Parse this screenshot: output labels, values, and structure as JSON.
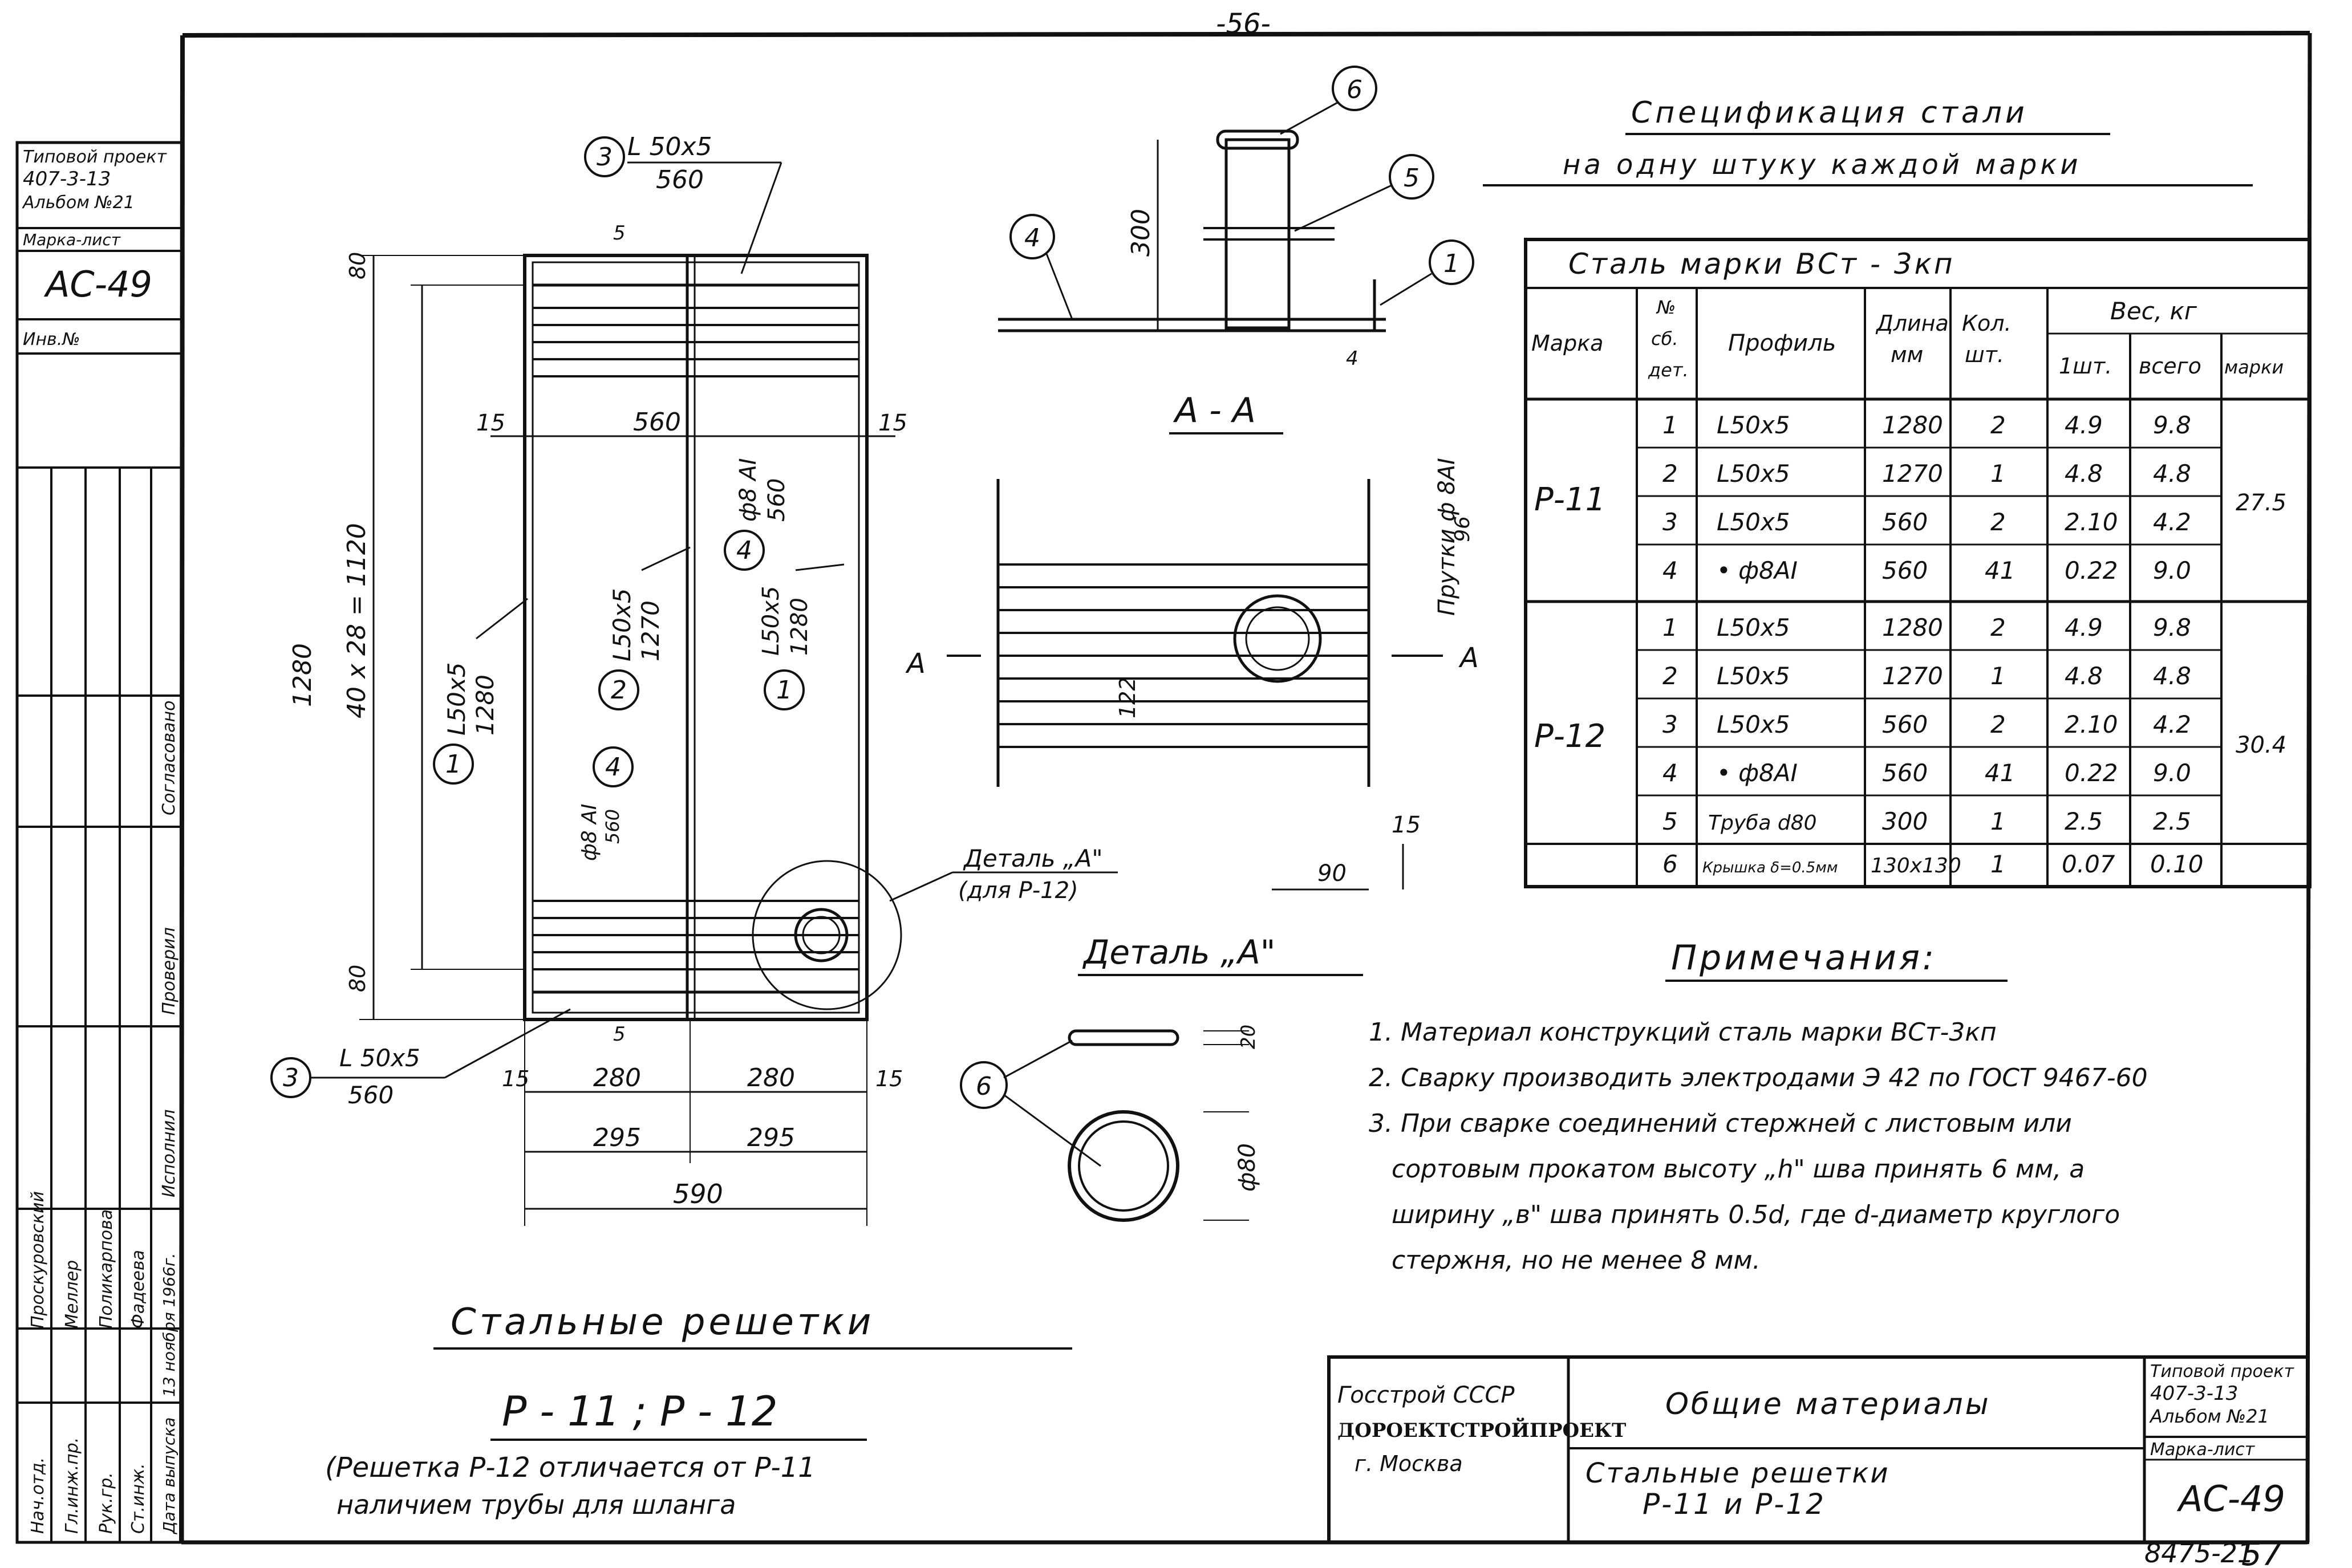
{
  "sheet": {
    "top_page_number": "-56-",
    "bottom_page_number": "57",
    "bottom_code": "8475-21"
  },
  "left_stamp": {
    "project": [
      "Типовой проект",
      "407-3-13",
      "Альбом №21"
    ],
    "sheet_label": "Марка-лист",
    "sheet_code": "АС-49",
    "inv_label": "Инв.№",
    "rows": [
      {
        "role": "Нач.отд.",
        "name": "Проскуровский"
      },
      {
        "role": "Гл.инж.пр.",
        "name": "Меллер"
      },
      {
        "role": "Рук.гр.",
        "name": "Поликарпова"
      },
      {
        "role": "Ст.инж.",
        "name": "Фадеева"
      },
      {
        "role": "Дата выпуска",
        "name": "13 ноября 1966г."
      }
    ],
    "vertical_notes": [
      "Исполнил",
      "Проверил",
      "Согласовано"
    ]
  },
  "plan": {
    "callout_3_top": {
      "num": "3",
      "profile": "L 50x5",
      "length": "560"
    },
    "callout_3_bottom": {
      "num": "3",
      "profile": "L 50x5",
      "length": "560"
    },
    "callout_1_left": {
      "num": "1",
      "profile": "L50x5",
      "length": "1280"
    },
    "callout_2": {
      "num": "2",
      "profile": "L50x5",
      "length": "1270"
    },
    "callout_4_right": {
      "num": "4",
      "profile": "ф8 АI",
      "length": "560"
    },
    "callout_1_right": {
      "num": "1",
      "profile": "L50x5",
      "length": "1280"
    },
    "callout_4_mid": {
      "num": "4",
      "profile": "ф8 АI",
      "length": "560"
    },
    "dims": {
      "height_total": "1280",
      "height_inner": "40 x 28 = 1120",
      "top_gap": "80",
      "bottom_gap": "80",
      "side_15": "15",
      "width_560": "560",
      "small_5": "5",
      "w280a": "280",
      "w280b": "280",
      "w295a": "295",
      "w295b": "295",
      "total_590": "590"
    },
    "detail_callout": [
      "Деталь „А\"",
      "(для Р-12)"
    ]
  },
  "section": {
    "title": "А - А",
    "callout_4": "4",
    "callout_5": "5",
    "callout_6": "6",
    "callout_unknown": "1",
    "dim_300": "300",
    "dim_4": "4",
    "dim_122": "122",
    "dim_15": "15",
    "dim_90": "90",
    "dim_96": "96",
    "label_rod": "Прутки ф 8АI",
    "arrow_a_left": "А",
    "arrow_a_right": "А"
  },
  "detail_a": {
    "title": "Деталь „А\"",
    "callout_6": "6",
    "dim_20": "20",
    "dim_80": "ф80"
  },
  "grate_title": {
    "title": "Стальные решетки",
    "subtitle": "Р - 11 ; Р - 12",
    "note_line1": "(Решетка Р-12 отличается от Р-11",
    "note_line2": "наличием трубы для шланга"
  },
  "spec": {
    "title_line1": "Спецификация стали",
    "title_line2": "на одну штуку каждой марки",
    "steel_header": "Сталь марки ВСт - 3кп",
    "columns": {
      "mark": "Марка",
      "part_no": [
        "№",
        "сб.",
        "дет."
      ],
      "profile": "Профиль",
      "length": [
        "Длина",
        "мм"
      ],
      "qty": [
        "Кол.",
        "шт."
      ],
      "weight": "Вес, кг",
      "weight_one": "1шт.",
      "weight_all": "всего",
      "weight_mark": "марки"
    },
    "groups": [
      {
        "mark": "Р-11",
        "total": "27.5",
        "rows": [
          {
            "no": "1",
            "profile": "L50x5",
            "length": "1280",
            "qty": "2",
            "w1": "4.9",
            "wall": "9.8"
          },
          {
            "no": "2",
            "profile": "L50x5",
            "length": "1270",
            "qty": "1",
            "w1": "4.8",
            "wall": "4.8"
          },
          {
            "no": "3",
            "profile": "L50x5",
            "length": "560",
            "qty": "2",
            "w1": "2.10",
            "wall": "4.2"
          },
          {
            "no": "4",
            "profile": "• ф8АI",
            "length": "560",
            "qty": "41",
            "w1": "0.22",
            "wall": "9.0"
          }
        ]
      },
      {
        "mark": "Р-12",
        "total": "30.4",
        "rows": [
          {
            "no": "1",
            "profile": "L50x5",
            "length": "1280",
            "qty": "2",
            "w1": "4.9",
            "wall": "9.8"
          },
          {
            "no": "2",
            "profile": "L50x5",
            "length": "1270",
            "qty": "1",
            "w1": "4.8",
            "wall": "4.8"
          },
          {
            "no": "3",
            "profile": "L50x5",
            "length": "560",
            "qty": "2",
            "w1": "2.10",
            "wall": "4.2"
          },
          {
            "no": "4",
            "profile": "• ф8АI",
            "length": "560",
            "qty": "41",
            "w1": "0.22",
            "wall": "9.0"
          },
          {
            "no": "5",
            "profile": "Труба d80",
            "length": "300",
            "qty": "1",
            "w1": "2.5",
            "wall": "2.5"
          },
          {
            "no": "6",
            "profile": "Крышка δ=0.5мм",
            "length": "130x130",
            "qty": "1",
            "w1": "0.07",
            "wall": "0.10"
          }
        ]
      }
    ]
  },
  "notes": {
    "title": "Примечания:",
    "lines": [
      "1. Материал конструкций сталь марки ВСт-3кп",
      "2. Сварку производить электродами Э 42 по ГОСТ 9467-60",
      "3. При сварке соединений стержней с листовым или",
      "сортовым прокатом высоту „h\" шва принять 6 мм, а",
      "ширину „в\" шва принять 0.5d, где d-диаметр круглого",
      "стержня, но не менее 8 мм."
    ]
  },
  "title_block": {
    "org1": "Госстрой СССР",
    "org2": "ДОРОЕКТСТРОЙПРОЕКТ",
    "org3": "г. Москва",
    "subject": "Общие материалы",
    "drawing_line1": "Стальные решетки",
    "drawing_line2": "Р-11 и Р-12",
    "project": [
      "Типовой проект",
      "407-3-13",
      "Альбом №21"
    ],
    "sheet_label": "Марка-лист",
    "sheet_code": "АС-49"
  }
}
